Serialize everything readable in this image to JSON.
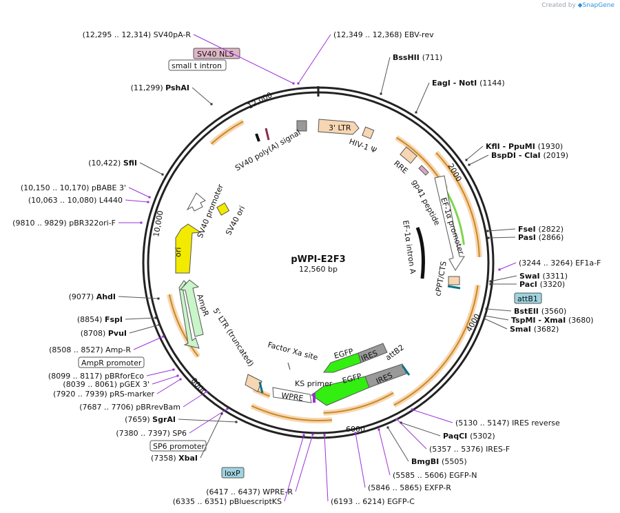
{
  "credit": {
    "prefix": "Created by",
    "brand": "SnapGene"
  },
  "plasmid": {
    "name": "pWPI-E2F3",
    "length_label": "12,560 bp"
  },
  "ticks": [
    "2000",
    "4000",
    "6000",
    "8000",
    "10,000",
    "12,000"
  ],
  "colors": {
    "primer": "#9b30d9",
    "feature_orange": "#f7d6b3",
    "ori": "#f2ea00",
    "ampr": "#c9f5c9",
    "egfp": "#33ee11",
    "ires": "#999999",
    "attb": "#9fd4e0",
    "promoter_outline": "#555555"
  },
  "sites": [
    {
      "pos": "(711)",
      "name": "BssHII"
    },
    {
      "pos": "(1144)",
      "name": "EagI  -  NotI"
    },
    {
      "pos": "(1930)",
      "name": "KflI  -  PpuMI"
    },
    {
      "pos": "(2019)",
      "name": "BspDI  -  ClaI"
    },
    {
      "pos": "(2822)",
      "name": "FseI"
    },
    {
      "pos": "(2866)",
      "name": "PasI"
    },
    {
      "pos": "(3311)",
      "name": "SwaI"
    },
    {
      "pos": "(3320)",
      "name": "PacI"
    },
    {
      "pos": "(3560)",
      "name": "BstEII"
    },
    {
      "pos": "(3680)",
      "name": "TspMI  -  XmaI"
    },
    {
      "pos": "(3682)",
      "name": "SmaI"
    },
    {
      "pos": "(5302)",
      "name": "PaqCI"
    },
    {
      "pos": "(5505)",
      "name": "BmgBI"
    },
    {
      "pos": "(7358)",
      "name": "XbaI"
    },
    {
      "pos": "(7659)",
      "name": "SgrAI"
    },
    {
      "pos": "(8708)",
      "name": "PvuI"
    },
    {
      "pos": "(8854)",
      "name": "FspI"
    },
    {
      "pos": "(9077)",
      "name": "AhdI"
    },
    {
      "pos": "(10,422)",
      "name": "SfiI"
    },
    {
      "pos": "(11,299)",
      "name": "PshAI"
    }
  ],
  "primers": [
    {
      "range": "(12,295 .. 12,314)",
      "name": "SV40pA-R"
    },
    {
      "range": "(12,349 .. 12,368)",
      "name": "EBV-rev"
    },
    {
      "range": "(3244 .. 3264)",
      "name": "EF1a-F"
    },
    {
      "range": "(5130 .. 5147)",
      "name": "IRES reverse"
    },
    {
      "range": "(5357 .. 5376)",
      "name": "IRES-F"
    },
    {
      "range": "(5585 .. 5606)",
      "name": "EGFP-N"
    },
    {
      "range": "(5846 .. 5865)",
      "name": "EXFP-R"
    },
    {
      "range": "(6193 .. 6214)",
      "name": "EGFP-C"
    },
    {
      "range": "(6417 .. 6437)",
      "name": "WPRE-R"
    },
    {
      "range": "(6335 .. 6351)",
      "name": "pBluescriptKS"
    },
    {
      "range": "(7380 .. 7397)",
      "name": "SP6"
    },
    {
      "range": "(7687 .. 7706)",
      "name": "pBRrevBam"
    },
    {
      "range": "(7920 .. 7939)",
      "name": "pRS-marker"
    },
    {
      "range": "(8039 .. 8061)",
      "name": "pGEX 3'"
    },
    {
      "range": "(8099 .. 8117)",
      "name": "pBRforEco"
    },
    {
      "range": "(8508 .. 8527)",
      "name": "Amp-R"
    },
    {
      "range": "(9810 .. 9829)",
      "name": "pBR322ori-F"
    },
    {
      "range": "(10,063 .. 10,080)",
      "name": "L4440"
    },
    {
      "range": "(10,150 .. 10,170)",
      "name": "pBABE 3'"
    }
  ],
  "boxed_labels": {
    "sv40_nls": "SV40 NLS",
    "small_t_intron": "small t intron",
    "attb1": "attB1",
    "ampr_promoter": "AmpR promoter",
    "sp6_promoter": "SP6 promoter",
    "loxp": "loxP",
    "wpre": "WPRE"
  },
  "features": {
    "three_ltr": "3' LTR",
    "hiv_psi": "HIV-1 Ψ",
    "rre": "RRE",
    "gp41": "gp41 peptide",
    "ef1a_promoter": "EF-1α promoter",
    "ef1a_intron": "EF-1α intron A",
    "cppt": "cPPT/CTS",
    "attb2": "attB2",
    "ires1": "IRES",
    "ires2": "IRES",
    "egfp1": "EGFP",
    "egfp2": "EGFP",
    "factor_xa": "Factor Xa site",
    "ks_primer": "KS primer",
    "five_ltr": "5' LTR (truncated)",
    "ampr": "AmpR",
    "ori": "ori",
    "sv40_promoter": "SV40 promoter",
    "sv40_ori": "SV40 ori",
    "sv40_polya": "SV40 poly(A) signal"
  }
}
